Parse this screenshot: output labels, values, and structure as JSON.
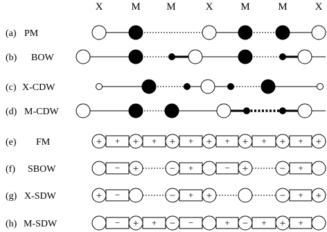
{
  "columns": [
    "X",
    "M",
    "M",
    "X",
    "M",
    "M",
    "X"
  ],
  "rows": [
    {
      "tag": "(a)",
      "name": "PM"
    },
    {
      "tag": "(b)",
      "name": "BOW"
    },
    {
      "tag": "(c)",
      "name": "X-CDW"
    },
    {
      "tag": "(d)",
      "name": "M-CDW"
    },
    {
      "tag": "(e)",
      "name": "FM"
    },
    {
      "tag": "(f)",
      "name": "SBOW"
    },
    {
      "tag": "(g)",
      "name": "X-SDW"
    },
    {
      "tag": "(h)",
      "name": "M-SDW"
    }
  ],
  "spin_signs": {
    "plus": "+",
    "minus": "−"
  }
}
